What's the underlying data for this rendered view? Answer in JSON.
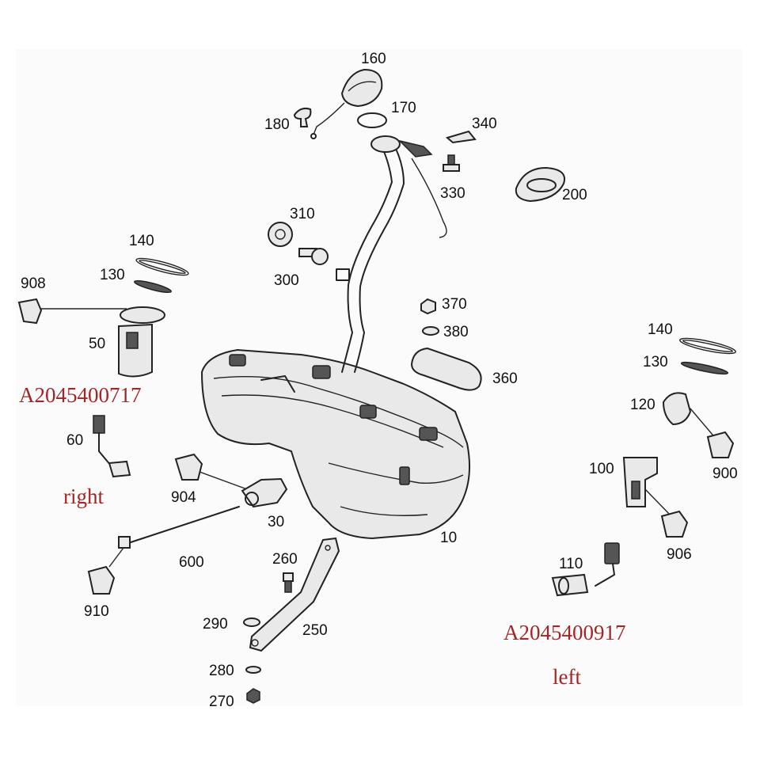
{
  "labels": {
    "l160": "160",
    "l170": "170",
    "l180": "180",
    "l340": "340",
    "l330": "330",
    "l200": "200",
    "l310": "310",
    "l300": "300",
    "l140a": "140",
    "l130a": "130",
    "l908": "908",
    "l50": "50",
    "l370": "370",
    "l380": "380",
    "l360": "360",
    "l140b": "140",
    "l130b": "130",
    "l120": "120",
    "l900": "900",
    "l100": "100",
    "l906": "906",
    "l60": "60",
    "l904": "904",
    "l30": "30",
    "l10": "10",
    "l600": "600",
    "l910": "910",
    "l260": "260",
    "l290": "290",
    "l250": "250",
    "l280": "280",
    "l270": "270",
    "l110": "110"
  },
  "callouts": {
    "right_part_number": "A2045400717",
    "right_side": "right",
    "left_part_number": "A2045400917",
    "left_side": "left"
  },
  "colors": {
    "callout_red": "#a32626",
    "line_art": "#222222",
    "background": "#ffffff"
  }
}
